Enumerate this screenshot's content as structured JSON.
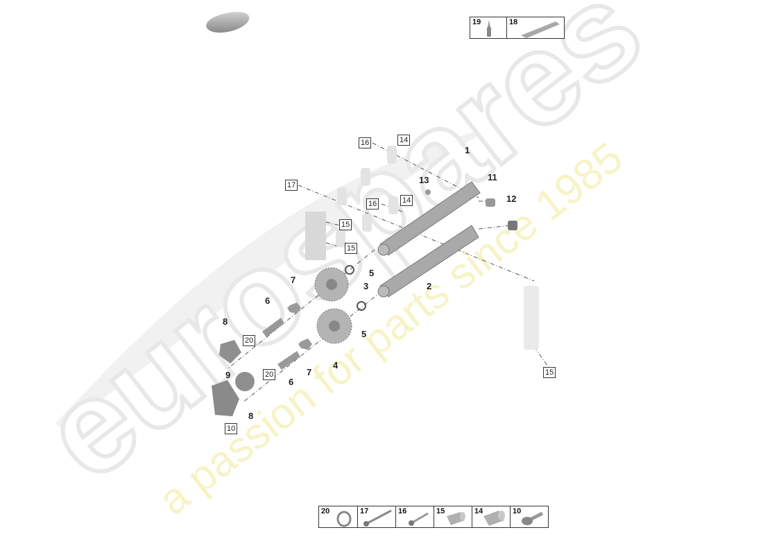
{
  "diagram": {
    "title_icon": "car-silhouette-icon",
    "watermark": {
      "brand": "eurospares",
      "tagline": "a passion for parts since 1985",
      "brand_color": "#e8e8e8",
      "tagline_color": "#f3f0a8"
    },
    "callouts": [
      {
        "id": "1",
        "label": "1"
      },
      {
        "id": "2",
        "label": "2"
      },
      {
        "id": "3",
        "label": "3"
      },
      {
        "id": "4",
        "label": "4"
      },
      {
        "id": "5a",
        "label": "5"
      },
      {
        "id": "5b",
        "label": "5"
      },
      {
        "id": "6a",
        "label": "6"
      },
      {
        "id": "6b",
        "label": "6"
      },
      {
        "id": "7a",
        "label": "7"
      },
      {
        "id": "7b",
        "label": "7"
      },
      {
        "id": "8a",
        "label": "8"
      },
      {
        "id": "8b",
        "label": "8"
      },
      {
        "id": "9",
        "label": "9"
      },
      {
        "id": "11",
        "label": "11"
      },
      {
        "id": "12",
        "label": "12"
      },
      {
        "id": "13",
        "label": "13"
      }
    ],
    "boxed_refs": [
      {
        "id": "16a",
        "label": "16"
      },
      {
        "id": "14a",
        "label": "14"
      },
      {
        "id": "17",
        "label": "17"
      },
      {
        "id": "16b",
        "label": "16"
      },
      {
        "id": "14b",
        "label": "14"
      },
      {
        "id": "15a",
        "label": "15"
      },
      {
        "id": "15b",
        "label": "15"
      },
      {
        "id": "15c",
        "label": "15"
      },
      {
        "id": "20a",
        "label": "20"
      },
      {
        "id": "20b",
        "label": "20"
      },
      {
        "id": "10",
        "label": "10"
      }
    ],
    "legend_top": [
      {
        "num": "19",
        "icon": "sealant-bottle-icon"
      },
      {
        "num": "18",
        "icon": "grease-tube-icon"
      }
    ],
    "legend_bottom": [
      {
        "num": "20",
        "icon": "sealing-ring-icon"
      },
      {
        "num": "17",
        "icon": "long-bolt-icon"
      },
      {
        "num": "16",
        "icon": "short-bolt-icon"
      },
      {
        "num": "15",
        "icon": "sleeve-icon"
      },
      {
        "num": "14",
        "icon": "large-sleeve-icon"
      },
      {
        "num": "10",
        "icon": "flange-bolt-icon"
      }
    ]
  }
}
